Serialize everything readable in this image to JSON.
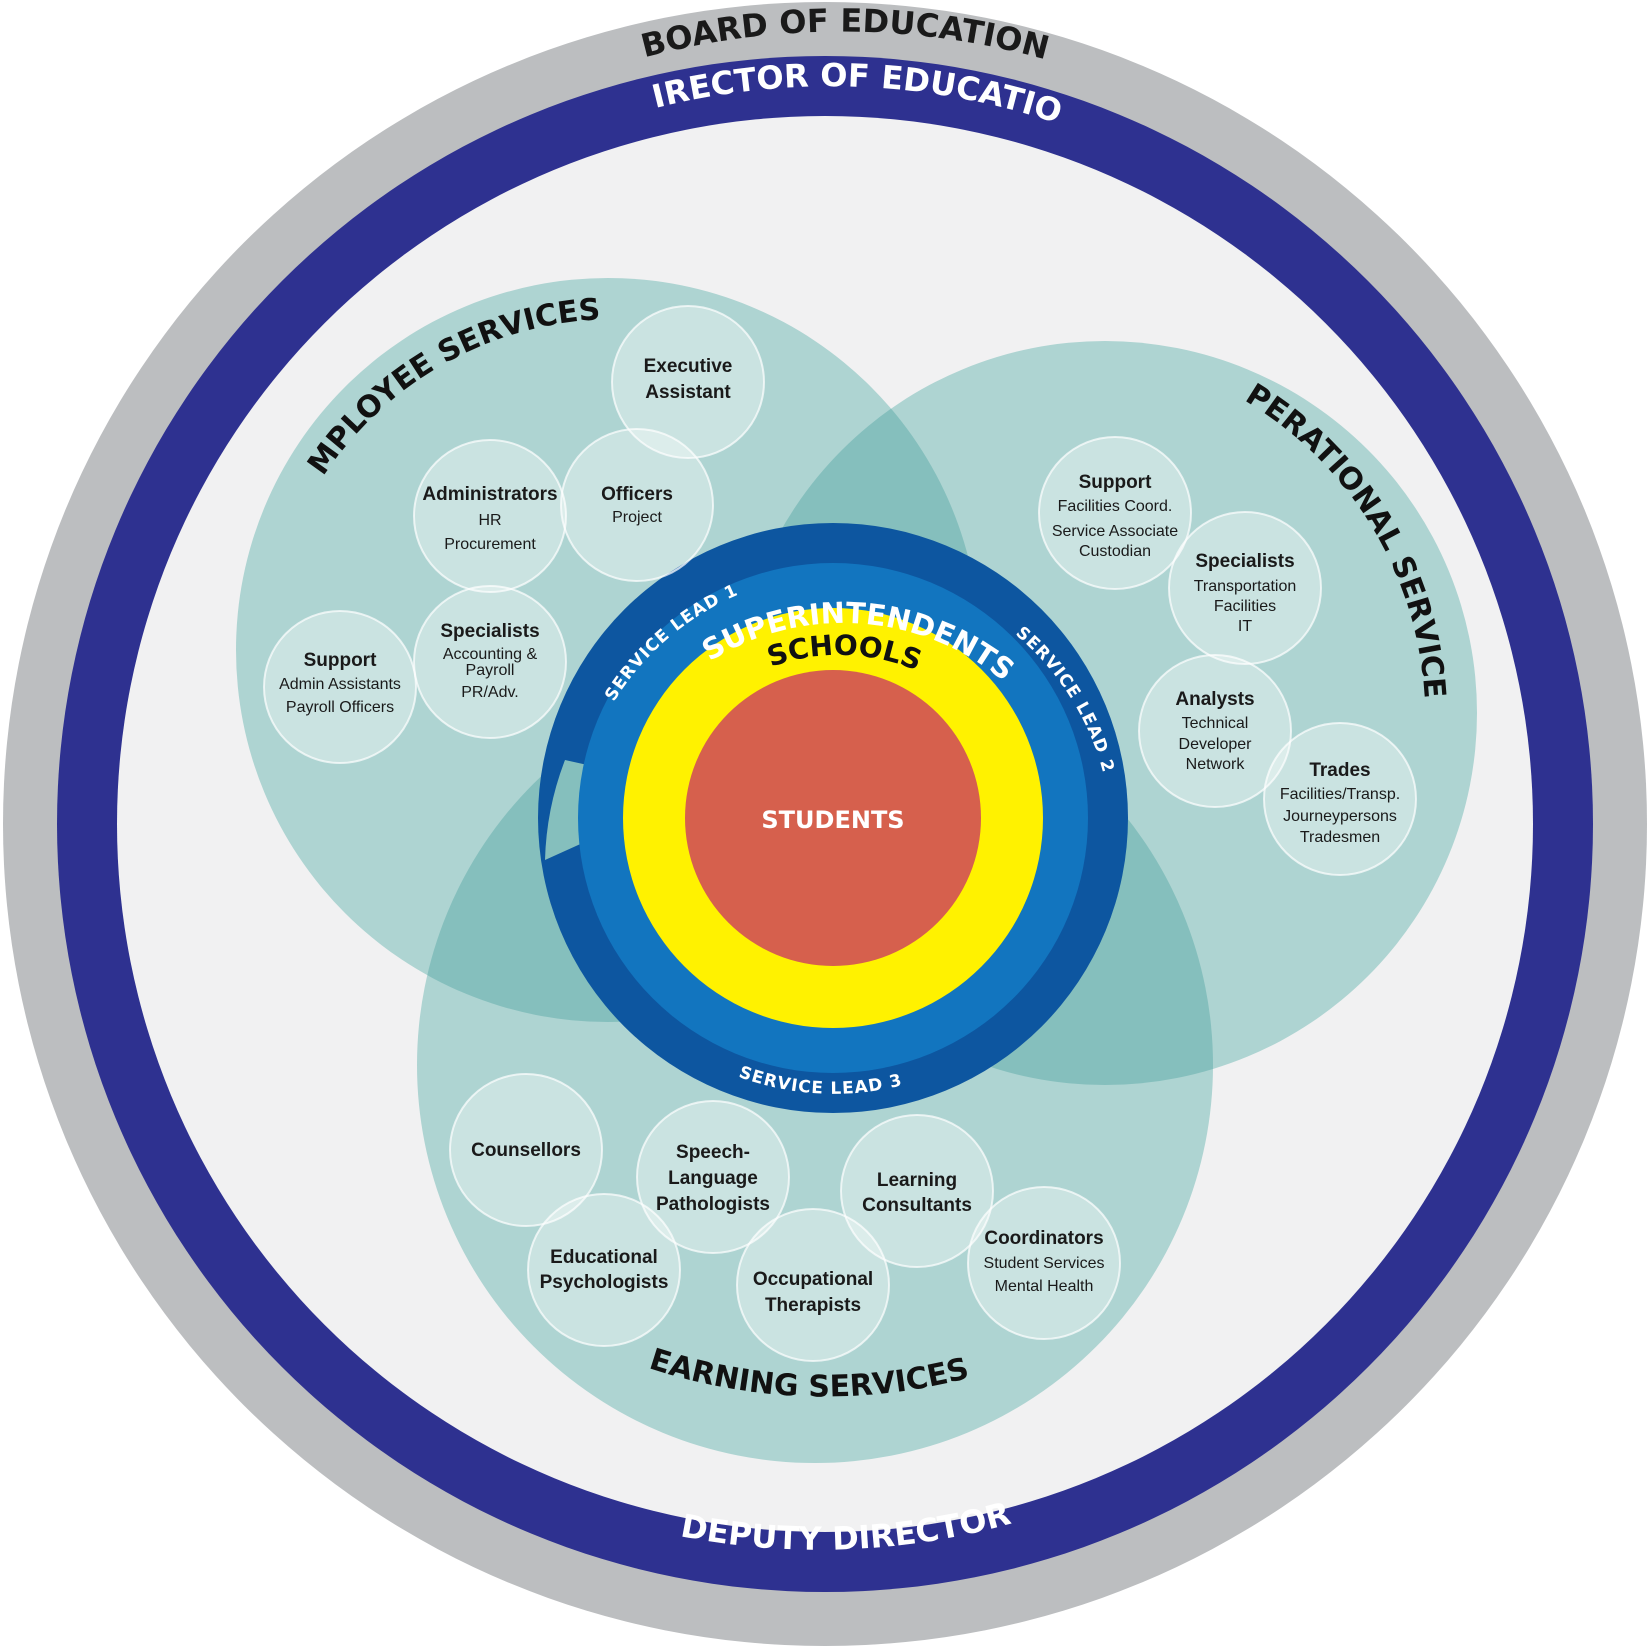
{
  "rings": {
    "board": "BOARD OF EDUCATION",
    "director": "DIRECTOR OF EDUCATION",
    "deputy": "DEPUTY DIRECTOR"
  },
  "center": {
    "superintendents": "SUPERINTENDENTS",
    "schools": "SCHOOLS",
    "students": "STUDENTS",
    "lead1": "SERVICE LEAD 1",
    "lead2": "SERVICE LEAD 2",
    "lead3": "SERVICE LEAD 3"
  },
  "groups": {
    "employee": "EMPLOYEE SERVICES",
    "operational": "OPERATIONAL SERVICES",
    "learning": "LEARNING SERVICES"
  },
  "employee_roles": [
    {
      "title": "Executive",
      "title2": "Assistant"
    },
    {
      "title": "Officers",
      "sub1": "Project"
    },
    {
      "title": "Administrators",
      "sub1": "HR",
      "sub2": "Procurement"
    },
    {
      "title": "Specialists",
      "sub1": "Accounting &",
      "sub2": "Payroll",
      "sub3": "PR/Adv."
    },
    {
      "title": "Support",
      "sub1": "Admin Assistants",
      "sub2": "Payroll Officers"
    }
  ],
  "operational_roles": [
    {
      "title": "Support",
      "sub1": "Facilities Coord.",
      "sub2": "Service Associate",
      "sub3": "Custodian"
    },
    {
      "title": "Specialists",
      "sub1": "Transportation",
      "sub2": "Facilities",
      "sub3": "IT"
    },
    {
      "title": "Analysts",
      "sub1": "Technical",
      "sub2": "Developer",
      "sub3": "Network"
    },
    {
      "title": "Trades",
      "sub1": "Facilities/Transp.",
      "sub2": "Journeypersons",
      "sub3": "Tradesmen"
    }
  ],
  "learning_roles": [
    {
      "title": "Counsellors"
    },
    {
      "title": "Speech-",
      "title2": "Language",
      "title3": "Pathologists"
    },
    {
      "title": "Learning",
      "title2": "Consultants"
    },
    {
      "title": "Educational",
      "title2": "Psychologists"
    },
    {
      "title": "Occupational",
      "title2": "Therapists"
    },
    {
      "title": "Coordinators",
      "sub1": "Student Services",
      "sub2": "Mental Health"
    }
  ],
  "colors": {
    "outer_gray": "#bcbec0",
    "navy": "#2e3190",
    "inner_bg": "#f1f1f2",
    "teal_light": "#aed4d2",
    "teal_dark": "#85bfbd",
    "lead_blue": "#0d56a0",
    "super_blue": "#1275bf",
    "schools_yellow": "#fff200",
    "students_red": "#d6604d"
  }
}
